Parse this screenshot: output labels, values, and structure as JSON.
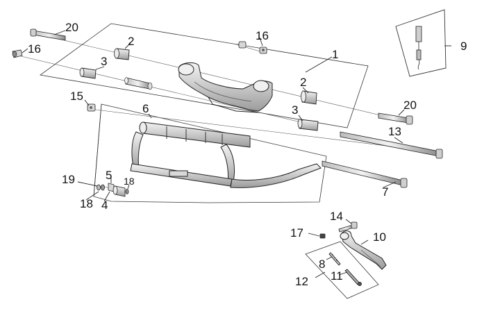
{
  "diagram": {
    "kind": "exploded-parts-view",
    "part_numbers": {
      "p1": "1",
      "p2a": "2",
      "p2b": "2",
      "p3a": "3",
      "p3b": "3",
      "p4": "4",
      "p5": "5",
      "p6": "6",
      "p7": "7",
      "p8": "8",
      "p9": "9",
      "p10": "10",
      "p11": "11",
      "p12": "12",
      "p13": "13",
      "p14": "14",
      "p15": "15",
      "p16a": "16",
      "p16b": "16",
      "p17": "17",
      "p18a": "18",
      "p18b": "18",
      "p19": "19",
      "p20a": "20",
      "p20b": "20"
    },
    "colors": {
      "line": "#222222",
      "part_fill": "#e6e6e6",
      "part_shade": "#9a9a9a",
      "background": "#ffffff"
    }
  }
}
